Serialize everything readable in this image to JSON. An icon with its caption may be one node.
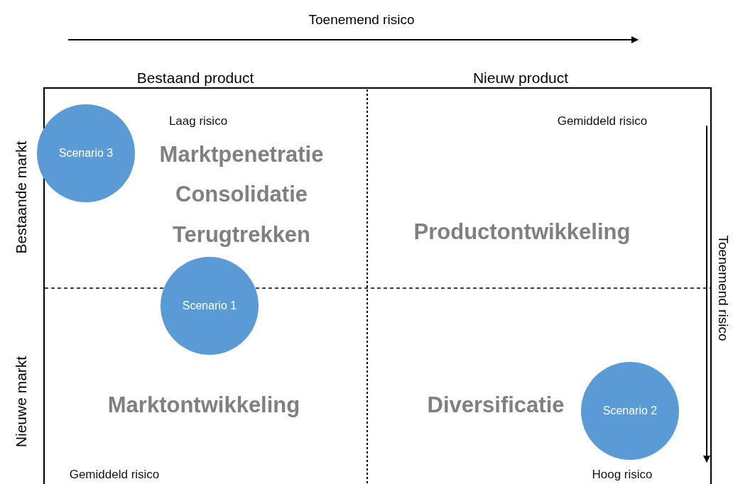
{
  "diagram": {
    "nodes": [
      {
        "text": [
          "Scenario 3"
        ]
      },
      {
        "text": [
          "Scenario 1"
        ]
      },
      {
        "text": [
          "Scenario 2"
        ]
      }
    ],
    "labels": [
      "Toenemend risico",
      "Bestaand product",
      "Nieuw product",
      "Laag risico",
      "Gemiddeld risico",
      "Bestaande markt",
      "Marktpenetratie",
      "Consolidatie",
      "Terugtrekken",
      "Productontwikkeling",
      "Toenemend risico",
      "Nieuwe markt",
      "Marktontwikkeling",
      "Diversificatie",
      "Gemiddeld risico",
      "Hoog risico"
    ]
  }
}
